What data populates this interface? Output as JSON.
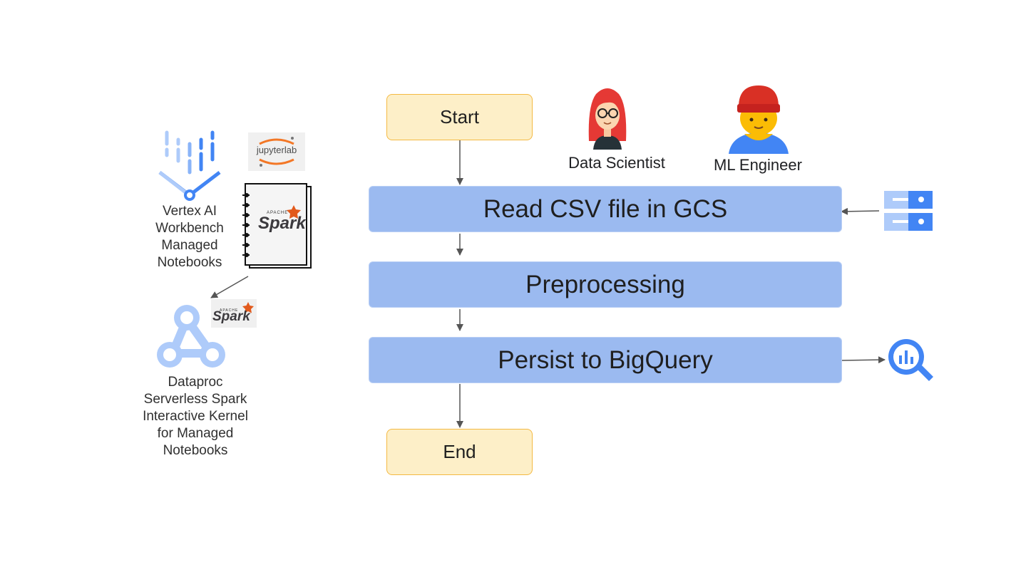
{
  "flow": {
    "start": "Start",
    "step1": "Read CSV file in GCS",
    "step2": "Preprocessing",
    "step3": "Persist to BigQuery",
    "end": "End"
  },
  "roles": {
    "data_scientist": "Data Scientist",
    "ml_engineer": "ML Engineer"
  },
  "tools": {
    "vertex_lines": [
      "Vertex AI",
      "Workbench",
      "Managed",
      "Notebooks"
    ],
    "dataproc_lines": [
      "Dataproc",
      "Serverless Spark",
      "Interactive Kernel",
      "for Managed",
      "Notebooks"
    ],
    "jupyterlab_logo_text": "jupyterlab",
    "spark_logo_text": "Spark",
    "apache_text": "APACHE"
  },
  "icons": {
    "vertex": "vertex-ai-icon",
    "jupyterlab": "jupyterlab-logo",
    "notebook": "spark-notebook-icon",
    "dataproc": "dataproc-icon",
    "gcs": "cloud-storage-icon",
    "bigquery": "bigquery-icon",
    "data_scientist": "data-scientist-avatar",
    "ml_engineer": "ml-engineer-avatar"
  },
  "colors": {
    "terminal_fill": "#fdefc8",
    "terminal_border": "#f4b942",
    "step_fill": "#9bbaf0",
    "google_blue": "#4285f4",
    "arrow": "#555555"
  }
}
